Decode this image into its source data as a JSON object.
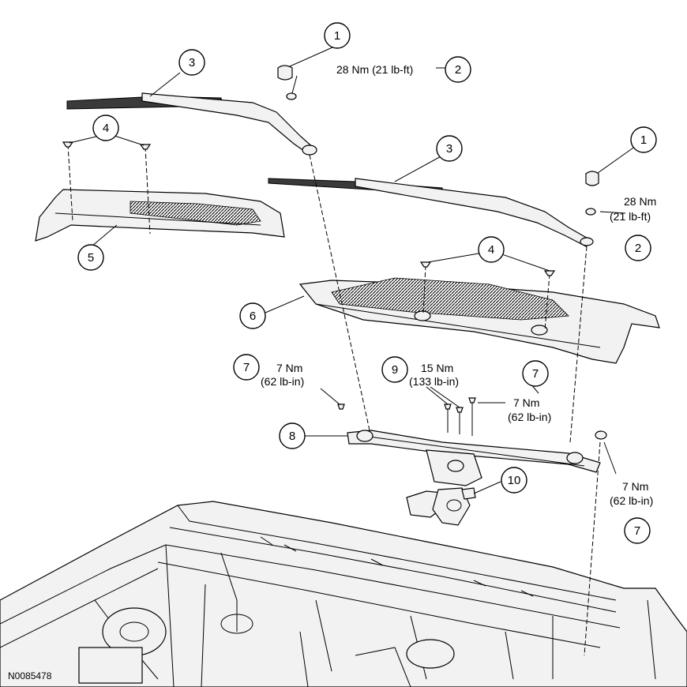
{
  "figure_id": "N0085478",
  "callouts": {
    "c1a": "1",
    "c1b": "1",
    "c2a": "2",
    "c2b": "2",
    "c3a": "3",
    "c3b": "3",
    "c4a": "4",
    "c4b": "4",
    "c5": "5",
    "c6": "6",
    "c7a": "7",
    "c7b": "7",
    "c7c": "7",
    "c8": "8",
    "c9": "9",
    "c10": "10"
  },
  "torque_specs": {
    "t2a": "28 Nm (21 lb-ft)",
    "t2b_line1": "28 Nm",
    "t2b_line2": "(21 lb-ft)",
    "t7a_line1": "7 Nm",
    "t7a_line2": "(62 lb-in)",
    "t9_line1": "15 Nm",
    "t9_line2": "(133 lb-in)",
    "t7b_line1": "7 Nm",
    "t7b_line2": "(62 lb-in)",
    "t7c_line1": "7 Nm",
    "t7c_line2": "(62 lb-in)"
  }
}
